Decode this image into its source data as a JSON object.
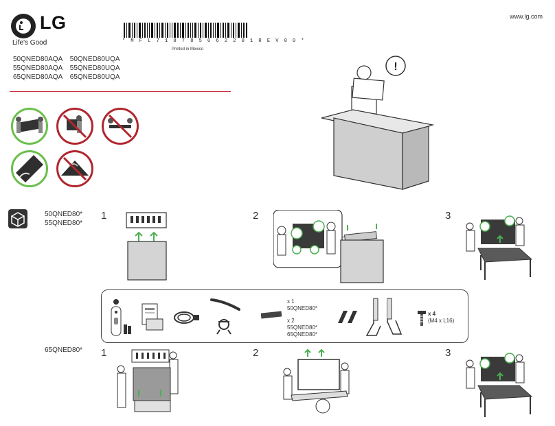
{
  "header": {
    "brand": "LG",
    "tagline": "Life's Good",
    "barcode_text": "* M F L 7 1 8 7 8 5 0 6 2 2 0 1 R E V 0 0 *",
    "printed_in": "Printed in Mexico",
    "website": "www.lg.com"
  },
  "models": {
    "col1": [
      "50QNED80AQA",
      "55QNED80AQA",
      "65QNED80AQA"
    ],
    "col2": [
      "50QNED80UQA",
      "55QNED80UQA",
      "65QNED80UQA"
    ]
  },
  "warnings": {
    "caution_symbol": "!"
  },
  "section_small": {
    "labels": [
      "50QNED80*",
      "55QNED80*"
    ],
    "steps": [
      "1",
      "2",
      "3"
    ]
  },
  "parts": {
    "stand_count_label": "x 1",
    "stand_model_a": "50QNED80*",
    "stand_count_label_b": "x 2",
    "stand_model_b1": "55QNED80*",
    "stand_model_b2": "65QNED80*",
    "screw_count": "x 4",
    "screw_spec": "(M4 x L16)"
  },
  "section_large": {
    "label": "65QNED80*",
    "steps": [
      "1",
      "2",
      "3"
    ]
  },
  "colors": {
    "ok": "#6abf4b",
    "prohibited": "#b0262f",
    "accent_line": "#c8283a",
    "box_fill": "#d4d4d4"
  }
}
